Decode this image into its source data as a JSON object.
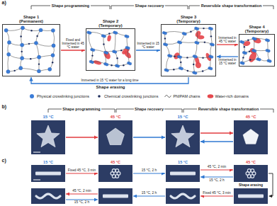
{
  "diagram": {
    "nodes": [
      {
        "text": [
          "Shape 1 (Permanent)"
        ]
      },
      {
        "text": [
          "Shape 2 (Temporary)"
        ]
      },
      {
        "text": [
          "Shape 3 (Temporary)"
        ]
      },
      {
        "text": [
          "Shape 4 (Temporary)"
        ]
      },
      {
        "text": [
          "15 °C"
        ]
      },
      {
        "text": [
          "45 °C"
        ]
      },
      {
        "text": [
          "15 °C"
        ]
      },
      {
        "text": [
          "45 °C"
        ]
      },
      {
        "text": [
          "15 °C"
        ]
      },
      {
        "text": [
          "45 °C"
        ]
      },
      {
        "text": [
          "15 °C"
        ]
      },
      {
        "text": [
          "45 °C"
        ]
      }
    ],
    "edges": [
      {
        "from": 0,
        "to": 1,
        "arrow": "to",
        "label": "Fixed and Immersed in 45 °C water"
      },
      {
        "from": 1,
        "to": 2,
        "arrow": "to",
        "label": "Immersed in 15 °C water"
      },
      {
        "from": 2,
        "to": 3,
        "arrow": "to",
        "label": "Immersed in 45 °C water"
      },
      {
        "from": 3,
        "to": 2,
        "arrow": "to",
        "label": "Immersed in 15 °C water"
      },
      {
        "from": 2,
        "to": 0,
        "arrow": "to",
        "label": "Immersed in 15 °C water for a long time"
      },
      {
        "from": 4,
        "to": 5,
        "arrow": "to"
      },
      {
        "from": 5,
        "to": 6,
        "arrow": "to"
      },
      {
        "from": 6,
        "to": 7,
        "arrow": "to"
      },
      {
        "from": 7,
        "to": 6,
        "arrow": "to"
      },
      {
        "from": 8,
        "to": 9,
        "arrow": "to",
        "label": "Fixed 45 °C, 3 min"
      },
      {
        "from": 9,
        "to": 10,
        "arrow": "to",
        "label": "15 °C, 2 h"
      },
      {
        "from": 10,
        "to": 11,
        "arrow": "to",
        "label": "45 °C, 2 min"
      },
      {
        "from": 11,
        "to": 10,
        "arrow": "to",
        "label": "15 °C, 2 h"
      }
    ],
    "labels": [
      "a)",
      "Shape programming",
      "Shape recovery",
      "Reversible shape transformation",
      "Shape erasing",
      "b)",
      "Shape programming",
      "Shape recovery",
      "Reversible shape transformation",
      "c)",
      "Shape erasing",
      "45 °C, 2 min",
      "15 °C, 2 h",
      "15 °C, 2 h",
      "Fixed 45 °C, 3 min"
    ],
    "legend": [
      {
        "text": "Physical crosslinking junctions",
        "color": "#3b7dd8"
      },
      {
        "text": "Chemical crosslinking junctions",
        "color": "#1e2d5c"
      },
      {
        "text": "PNIPAM chains"
      },
      {
        "text": "Water-rich domains",
        "color": "#e5484d"
      }
    ]
  }
}
